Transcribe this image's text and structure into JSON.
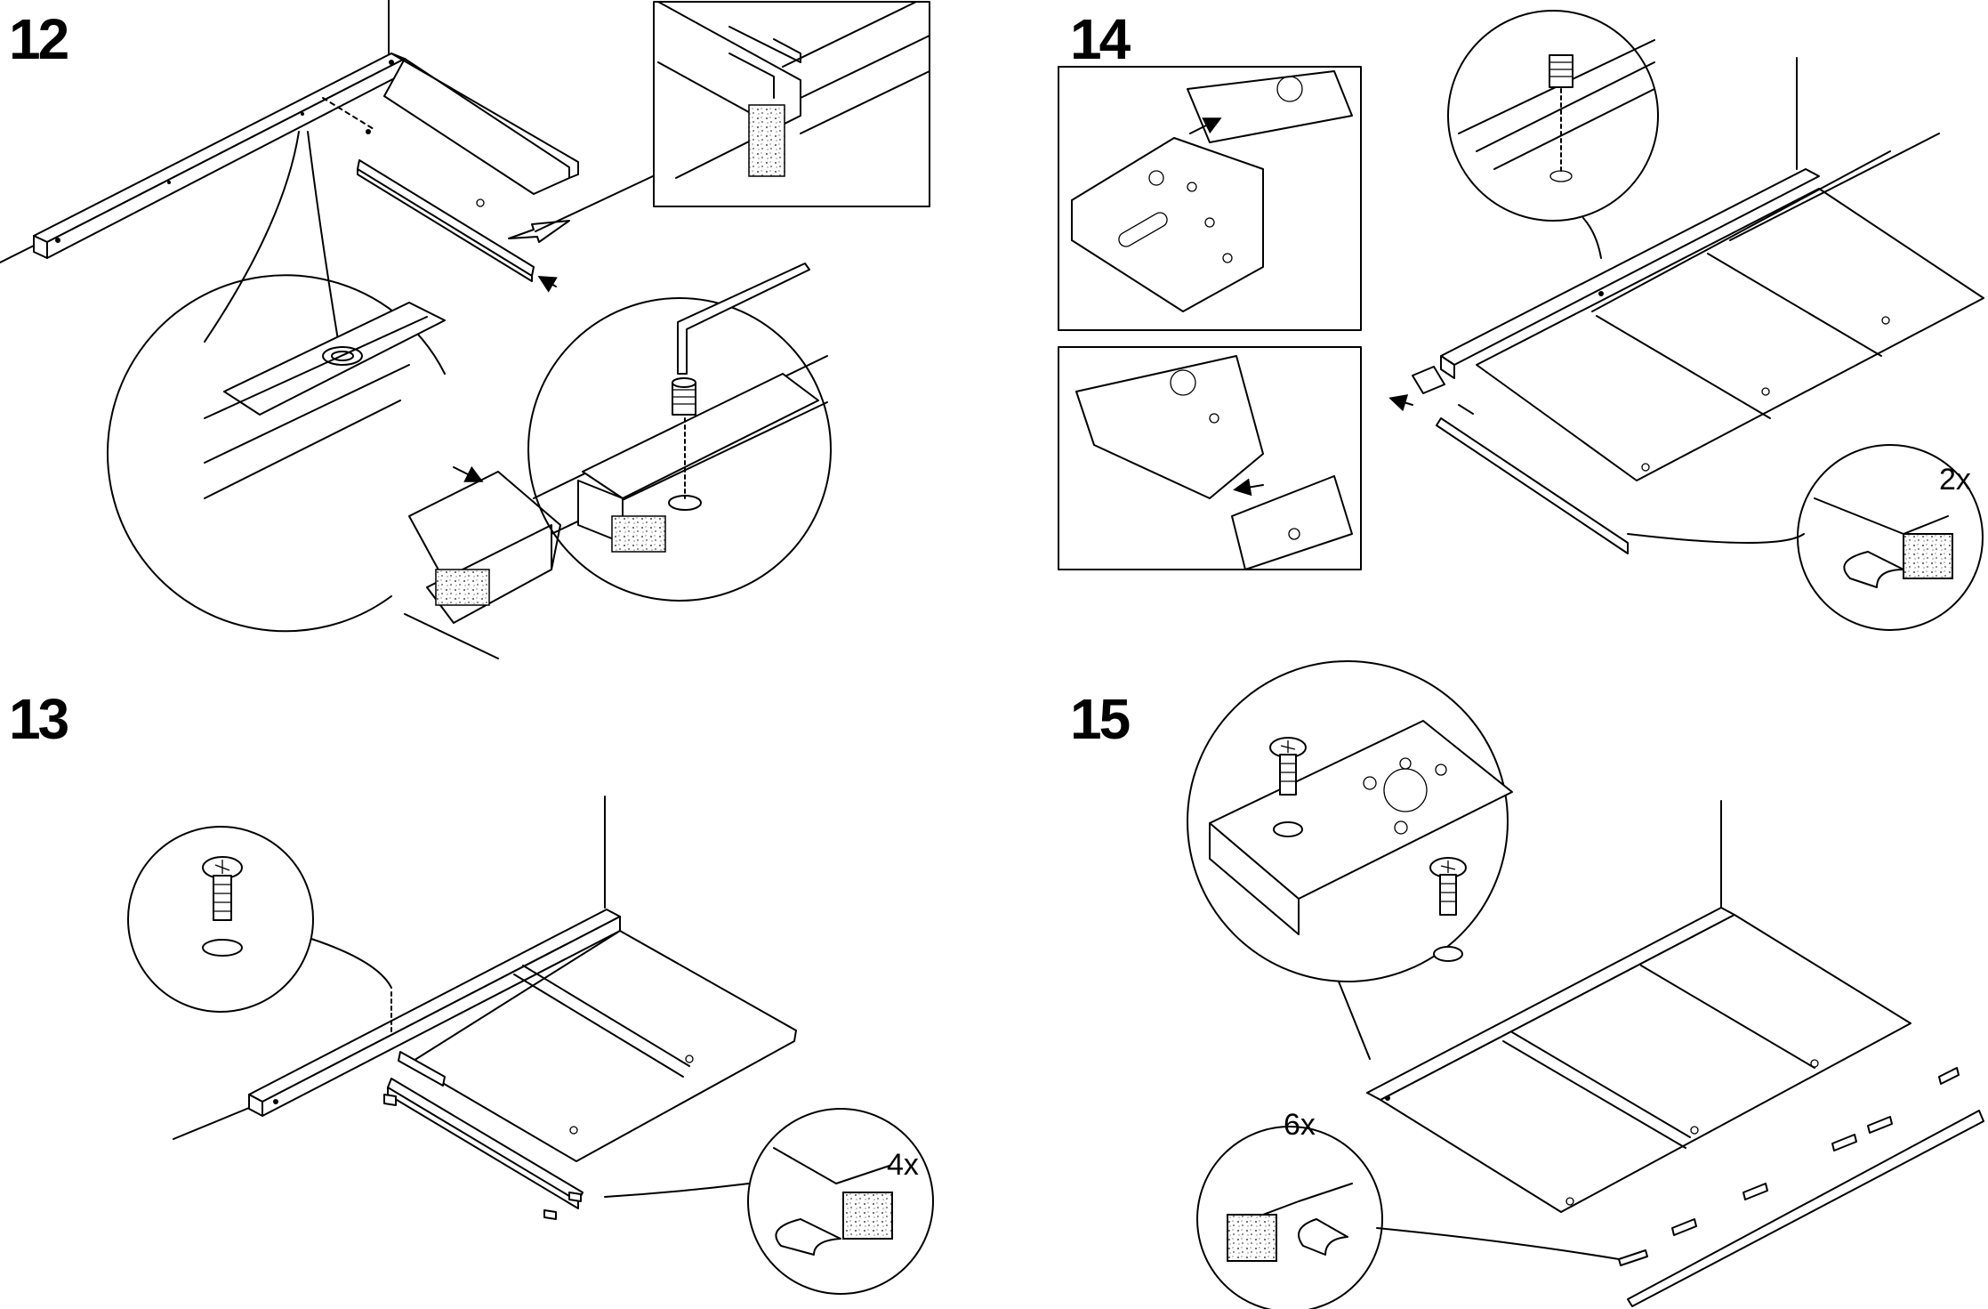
{
  "steps": {
    "s12": "12",
    "s13": "13",
    "s14": "14",
    "s15": "15"
  },
  "quantities": {
    "q14": "2x",
    "q13": "4x",
    "q15": "6x"
  },
  "icons": [
    "hex-key-icon",
    "grub-screw-icon",
    "phillips-screw-icon",
    "arrow-icon",
    "felt-pad-icon"
  ]
}
